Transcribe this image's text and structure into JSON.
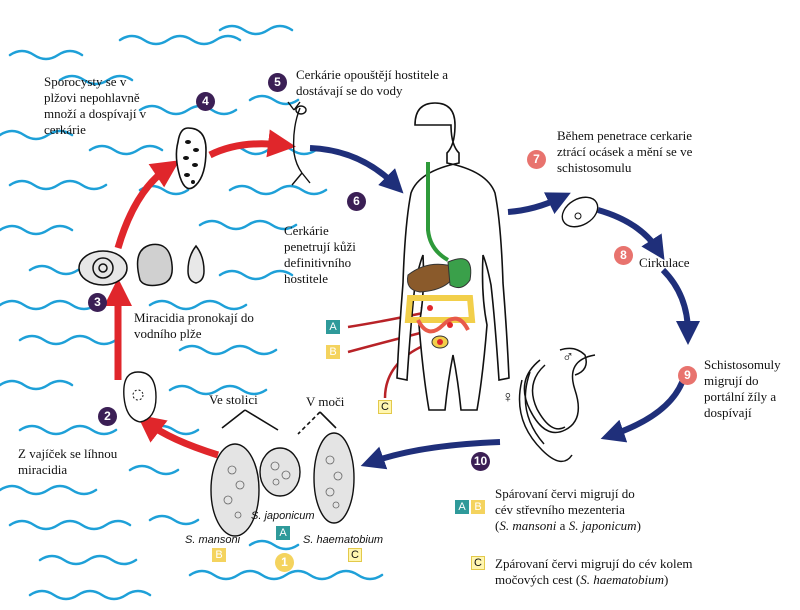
{
  "steps": {
    "s1": "1",
    "s2": "2",
    "s3": "3",
    "s4": "4",
    "s5": "5",
    "s6": "6",
    "s7": "7",
    "s8": "8",
    "s9": "9",
    "s10": "10"
  },
  "labels": {
    "sporocysty": [
      "Sporocysty se v",
      "plžovi nepohlavně",
      "množí a dospívají v",
      "cerkárie"
    ],
    "cerkarie_opousteji": [
      "Cerkárie opouštějí hostitele a",
      "dostávají se do vody"
    ],
    "penetrace": [
      "Během penetrace cerkarie",
      "ztrácí ocásek a mění se ve",
      "schistosomulu"
    ],
    "cerkarie_penetruji": [
      "Cerkárie",
      "penetrují  kůži",
      "definitivního",
      "hostitele"
    ],
    "miracidia_pronikaji": [
      "Miracidia pronokají do",
      "vodního plže"
    ],
    "cirkulace": "Cirkulace",
    "schistosomuly": [
      "Schistosomuly",
      "migrují do",
      "portální žíly a",
      "dospívají"
    ],
    "z_vajicek": [
      "Z vajíček se líhnou",
      "miracidia"
    ],
    "ve_stolici": "Ve stolici",
    "v_moci": "V moči",
    "s_japonicum": "S. japonicum",
    "s_mansoni": "S. mansoni",
    "s_haematobium": "S. haematobium",
    "sparovani_1": "Spárovaní červi migrují do",
    "sparovani_2": "cév střevního mezenteria",
    "sparovani_open": "(",
    "sparovani_m": "S. mansoni",
    "sparovani_a": " a ",
    "sparovani_j": "S. japonicum",
    "sparovani_close": ")",
    "zparovani_1": "Zpárovaní červi migrují do cév kolem",
    "zparovani_2": "močových cest (",
    "zparovani_h": "S. haematobium",
    "zparovani_close": ")",
    "female": "♀",
    "male": "♂"
  },
  "tags": {
    "A": "A",
    "B": "B",
    "C": "C"
  },
  "colors": {
    "water": "#1ea0d8",
    "red_arrow": "#e0262b",
    "blue_arrow": "#1f2f7a",
    "dark_red_arrow": "#b82227",
    "gut_green": "#2e9a3a",
    "gut_yellow": "#f2cf4a",
    "liver_brown": "#8a5a2b",
    "stomach_green": "#3aa04a",
    "step_dark": "#3b1f55",
    "step_red": "#e8736e",
    "step_yellow": "#f4d35e",
    "tag_A": "#2f9a9a"
  },
  "icons": [
    "snail-icon",
    "sporocyst-icon",
    "cercaria-icon",
    "schistosomulum-icon",
    "miracidium-icon",
    "egg-icon",
    "worm-pair-icon",
    "human-body-icon"
  ]
}
